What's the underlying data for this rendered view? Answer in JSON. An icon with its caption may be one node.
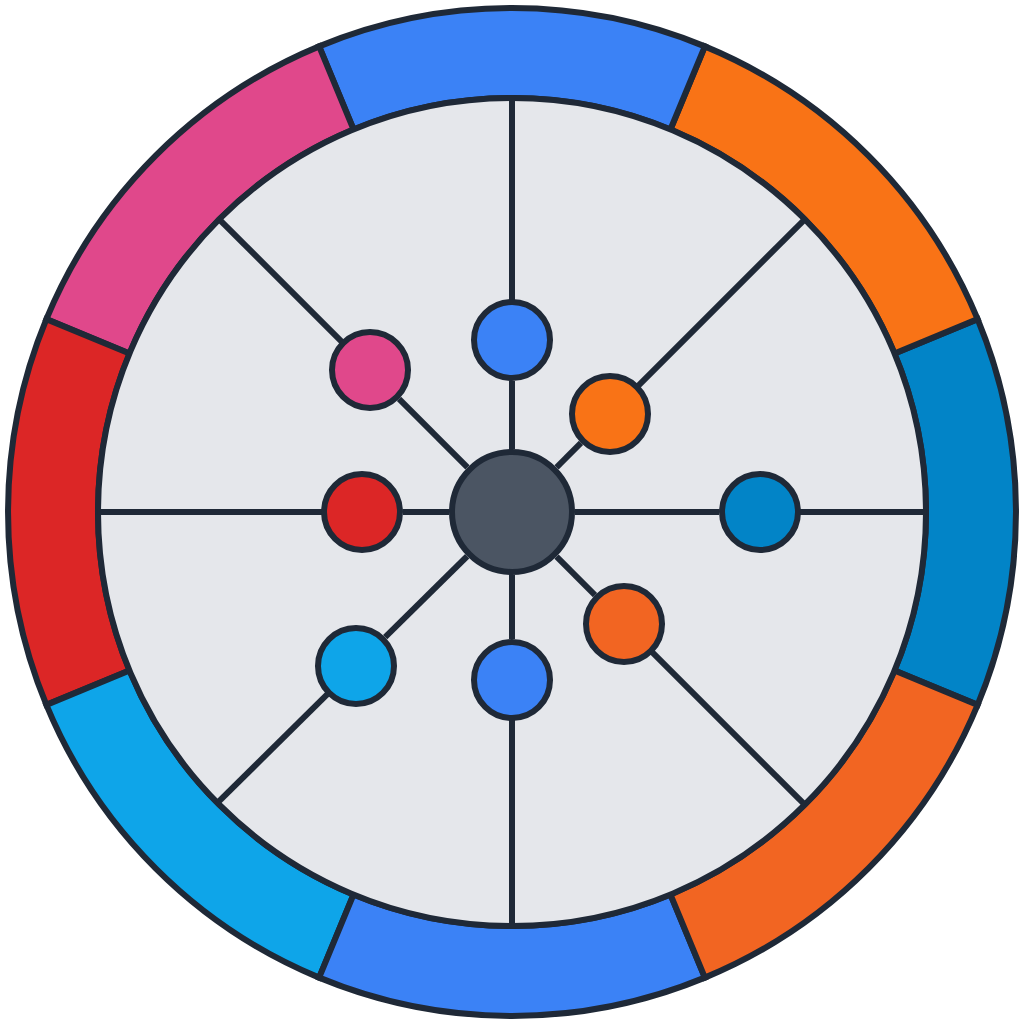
{
  "diagram": {
    "nodes": [
      {
        "text": [],
        "shape": "circle"
      },
      {
        "text": [],
        "shape": "circle"
      },
      {
        "text": [],
        "shape": "circle"
      },
      {
        "text": [],
        "shape": "circle"
      },
      {
        "text": [],
        "shape": "circle"
      },
      {
        "text": [],
        "shape": "circle"
      },
      {
        "text": [],
        "shape": "circle"
      },
      {
        "text": [],
        "shape": "circle"
      },
      {
        "text": [],
        "shape": "circle"
      }
    ],
    "edges": [
      {
        "from": 4,
        "to": 0,
        "arrow": "none"
      },
      {
        "from": 4,
        "to": 2,
        "arrow": "none"
      },
      {
        "from": 4,
        "to": 5,
        "arrow": "none"
      },
      {
        "from": 4,
        "to": 6,
        "arrow": "none"
      },
      {
        "from": 4,
        "to": 8,
        "arrow": "none"
      },
      {
        "from": 4,
        "to": 7,
        "arrow": "none"
      },
      {
        "from": 4,
        "to": 3,
        "arrow": "none"
      },
      {
        "from": 4,
        "to": 1,
        "arrow": "none"
      }
    ]
  }
}
